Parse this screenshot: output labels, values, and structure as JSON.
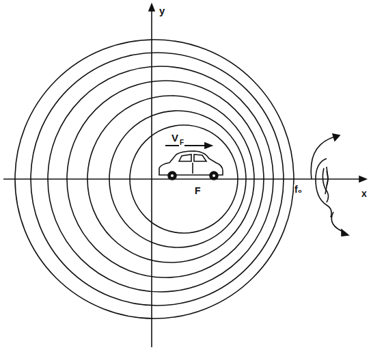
{
  "diagram": {
    "labels": [
      "y",
      "V",
      "F",
      "F",
      "f₀",
      "x"
    ]
  }
}
